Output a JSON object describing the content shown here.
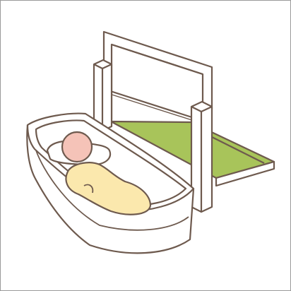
{
  "illustration": {
    "subject": "baby-in-bathtub-device",
    "icons": [
      "baby-head",
      "baby-body",
      "bathtub",
      "support-frame",
      "green-platform",
      "support-rail"
    ]
  },
  "colors": {
    "outline": "#6e5a4e",
    "background": "#ffffff",
    "frame_border": "#9a9a9a",
    "platform_green": "#a8c45a",
    "platform_side": "#ffffff",
    "baby_head": "#f5c3b8",
    "baby_body": "#fbe8ad",
    "tub_fill": "#ffffff"
  }
}
